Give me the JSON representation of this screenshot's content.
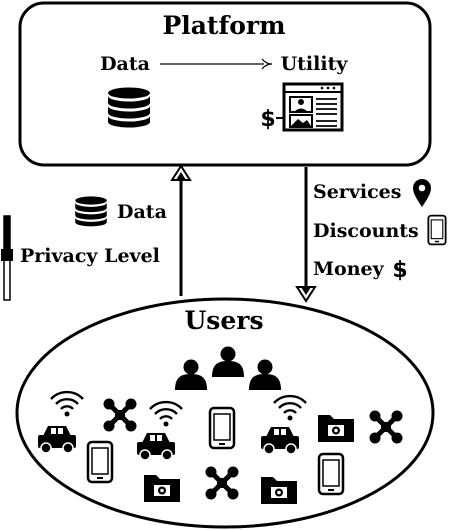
{
  "platform": {
    "title": "Platform",
    "from_label": "Data",
    "to_label": "Utility",
    "price_symbol": "$"
  },
  "upstream": {
    "data_label": "Data",
    "privacy_label": "Privacy Level"
  },
  "downstream": {
    "services_label": "Services",
    "discounts_label": "Discounts",
    "money_label": "Money",
    "money_symbol": "$"
  },
  "users": {
    "title": "Users"
  },
  "colors": {
    "ink": "#000000",
    "background": "#ffffff"
  },
  "icons": [
    "database-icon",
    "webpage-icon",
    "location-pin-icon",
    "phone-icon",
    "person-icon",
    "car-icon",
    "wifi-icon",
    "drone-icon",
    "camera-folder-icon",
    "slider-icon"
  ]
}
